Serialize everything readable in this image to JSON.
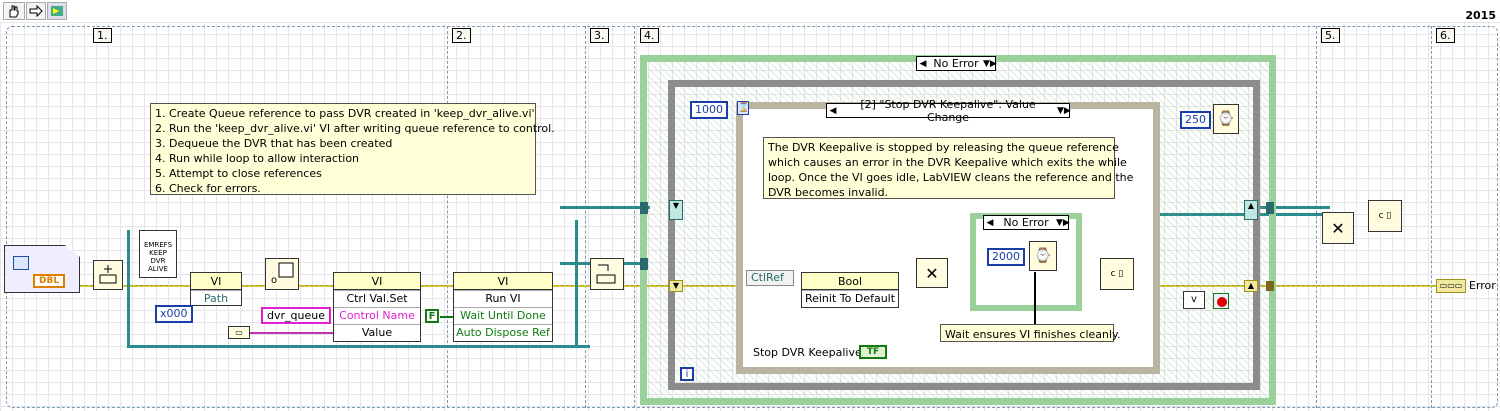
{
  "toolbar": {
    "version": "2015",
    "hand_icon": "hand-icon",
    "arrow_icon": "arrow-icon",
    "run_icon": "run-icon"
  },
  "frames": [
    "1.",
    "2.",
    "3.",
    "4.",
    "5.",
    "6."
  ],
  "note_main": "1. Create Queue reference to pass DVR created in 'keep_dvr_alive.vi'\n2. Run the 'keep_dvr_alive.vi' VI after writing queue reference to control.\n3. Dequeue the DVR that has been created\n4. Run while loop to allow interaction\n5. Attempt to close references\n6. Check for errors.",
  "note_dvr": "The DVR Keepalive is stopped by releasing the queue reference\nwhich causes an error in the DVR Keepalive which exits the while\nloop. Once the VI goes idle, LabVIEW cleans the reference and the\nDVR becomes invalid.",
  "note_wait": "Wait ensures VI finishes cleanly.",
  "control": {
    "dbl": "DBL"
  },
  "file_icon": "EMREFS\nKEEP\nDVR\nALIVE",
  "path_node": {
    "title": "VI",
    "row": "Path"
  },
  "hex_const": "x000",
  "ctrl_val_set": {
    "title": "VI",
    "method": "Ctrl Val.Set",
    "control_name": "Control Name",
    "value": "Value"
  },
  "run_vi": {
    "title": "VI",
    "method": "Run VI",
    "wait": "Wait Until Done",
    "dispose": "Auto Dispose Ref"
  },
  "dvr_queue": "dvr_queue",
  "false_const": "F",
  "case_outer": {
    "selector": "No Error"
  },
  "event_struct": {
    "selector": "[2] \"Stop DVR Keepalive\": Value Change"
  },
  "timeout_const": "1000",
  "wait_250": "250",
  "ctlref": "CtlRef",
  "bool_node": {
    "title": "Bool",
    "row": "Reinit To Default"
  },
  "case_inner": {
    "selector": "No Error"
  },
  "wait_2000": "2000",
  "stop_control": {
    "label": "Stop DVR Keepalive",
    "value": "TF"
  },
  "loop_index": "i",
  "error_out": "Error"
}
